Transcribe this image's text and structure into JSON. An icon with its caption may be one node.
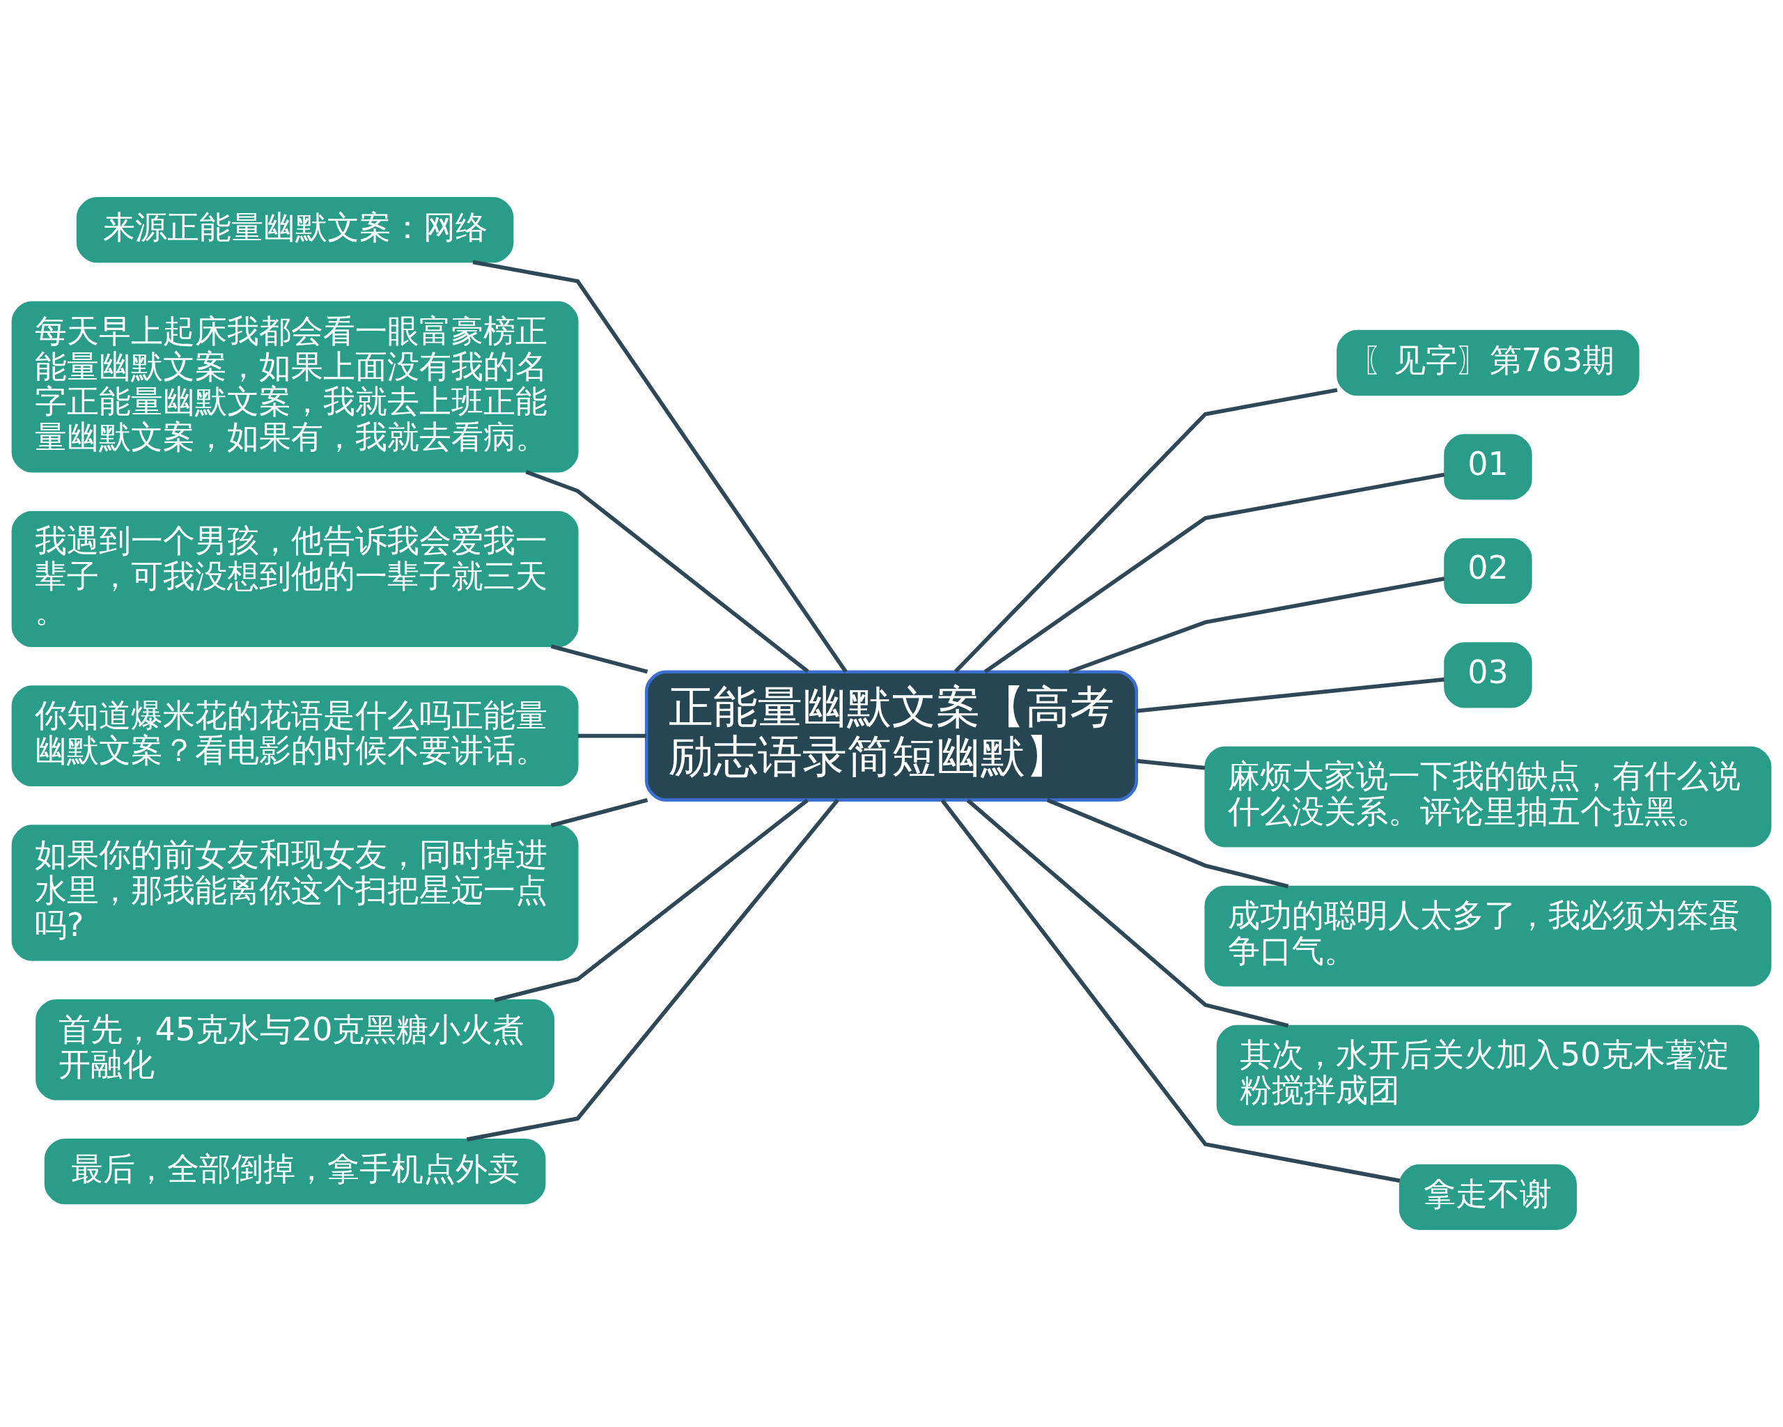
{
  "diagram": {
    "nodes": [
      {
        "text": [
          "正能量幽默文案【高考励志语录简短幽默】"
        ]
      },
      {
        "text": [
          "来源正能量幽默文案：网络"
        ]
      },
      {
        "text": [
          "每天早上起床我都会看一眼富豪榜正能量幽默文案，如果上面没有我的名字正能量幽默文案，我就去上班正能量幽默文案，如果有，我就去看病。"
        ]
      },
      {
        "text": [
          "我遇到一个男孩，他告诉我会爱我一辈子，可我没想到他的一辈子就三天。"
        ]
      },
      {
        "text": [
          "你知道爆米花的花语是什么吗正能量幽默文案？看电影的时候不要讲话。"
        ]
      },
      {
        "text": [
          "如果你的前女友和现女友，同时掉进水里，那我能离你这个扫把星远一点吗?"
        ]
      },
      {
        "text": [
          "首先，45克水与20克黑糖小火煮开融化"
        ]
      },
      {
        "text": [
          "最后，全部倒掉，拿手机点外卖"
        ]
      },
      {
        "text": [
          "〖见字〗第763期"
        ]
      },
      {
        "text": [
          "01"
        ]
      },
      {
        "text": [
          "02"
        ]
      },
      {
        "text": [
          "03"
        ]
      },
      {
        "text": [
          "麻烦大家说一下我的缺点，有什么说什么没关系。评论里抽五个拉黑。"
        ]
      },
      {
        "text": [
          "成功的聪明人太多了，我必须为笨蛋争口气。"
        ]
      },
      {
        "text": [
          "其次，水开后关火加入50克木薯淀粉搅拌成团"
        ]
      },
      {
        "text": [
          "拿走不谢"
        ]
      }
    ],
    "edges": [
      {
        "from": 1,
        "to": 0,
        "arrow": "none"
      },
      {
        "from": 2,
        "to": 0,
        "arrow": "none"
      },
      {
        "from": 3,
        "to": 0,
        "arrow": "none"
      },
      {
        "from": 4,
        "to": 0,
        "arrow": "none"
      },
      {
        "from": 5,
        "to": 0,
        "arrow": "none"
      },
      {
        "from": 6,
        "to": 0,
        "arrow": "none"
      },
      {
        "from": 7,
        "to": 0,
        "arrow": "none"
      },
      {
        "from": 0,
        "to": 8,
        "arrow": "none"
      },
      {
        "from": 0,
        "to": 9,
        "arrow": "none"
      },
      {
        "from": 0,
        "to": 10,
        "arrow": "none"
      },
      {
        "from": 0,
        "to": 11,
        "arrow": "none"
      },
      {
        "from": 0,
        "to": 12,
        "arrow": "none"
      },
      {
        "from": 0,
        "to": 13,
        "arrow": "none"
      },
      {
        "from": 0,
        "to": 14,
        "arrow": "none"
      },
      {
        "from": 0,
        "to": 15,
        "arrow": "none"
      }
    ]
  }
}
